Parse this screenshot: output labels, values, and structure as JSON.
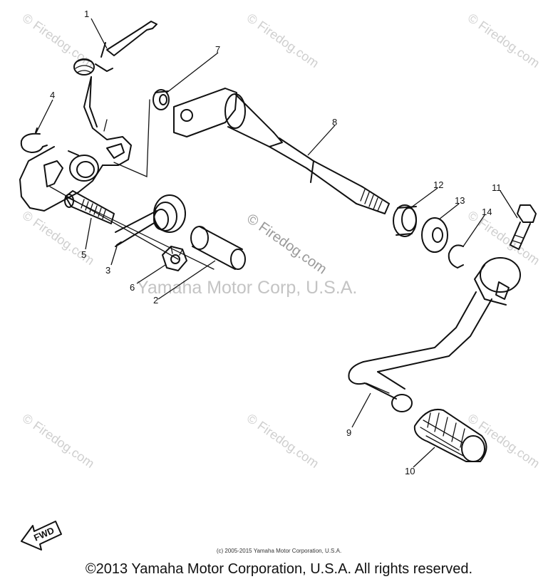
{
  "callouts": [
    {
      "id": "1",
      "label": "1"
    },
    {
      "id": "2",
      "label": "2"
    },
    {
      "id": "3",
      "label": "3"
    },
    {
      "id": "4",
      "label": "4"
    },
    {
      "id": "5",
      "label": "5"
    },
    {
      "id": "6",
      "label": "6"
    },
    {
      "id": "7",
      "label": "7"
    },
    {
      "id": "8",
      "label": "8"
    },
    {
      "id": "9",
      "label": "9"
    },
    {
      "id": "10",
      "label": "10"
    },
    {
      "id": "11",
      "label": "11"
    },
    {
      "id": "12",
      "label": "12"
    },
    {
      "id": "13",
      "label": "13"
    },
    {
      "id": "14",
      "label": "14"
    }
  ],
  "watermark": {
    "text": "© Firedog.com",
    "center_text": "© Firedog.com",
    "corp_text": "Yamaha Motor Corp, U.S.A."
  },
  "fwd_label": "FWD",
  "small_credit": "(c) 2005-2015 Yamaha Motor Corporation, U.S.A.",
  "copyright": "©2013 Yamaha Motor Corporation, U.S.A. All rights reserved."
}
